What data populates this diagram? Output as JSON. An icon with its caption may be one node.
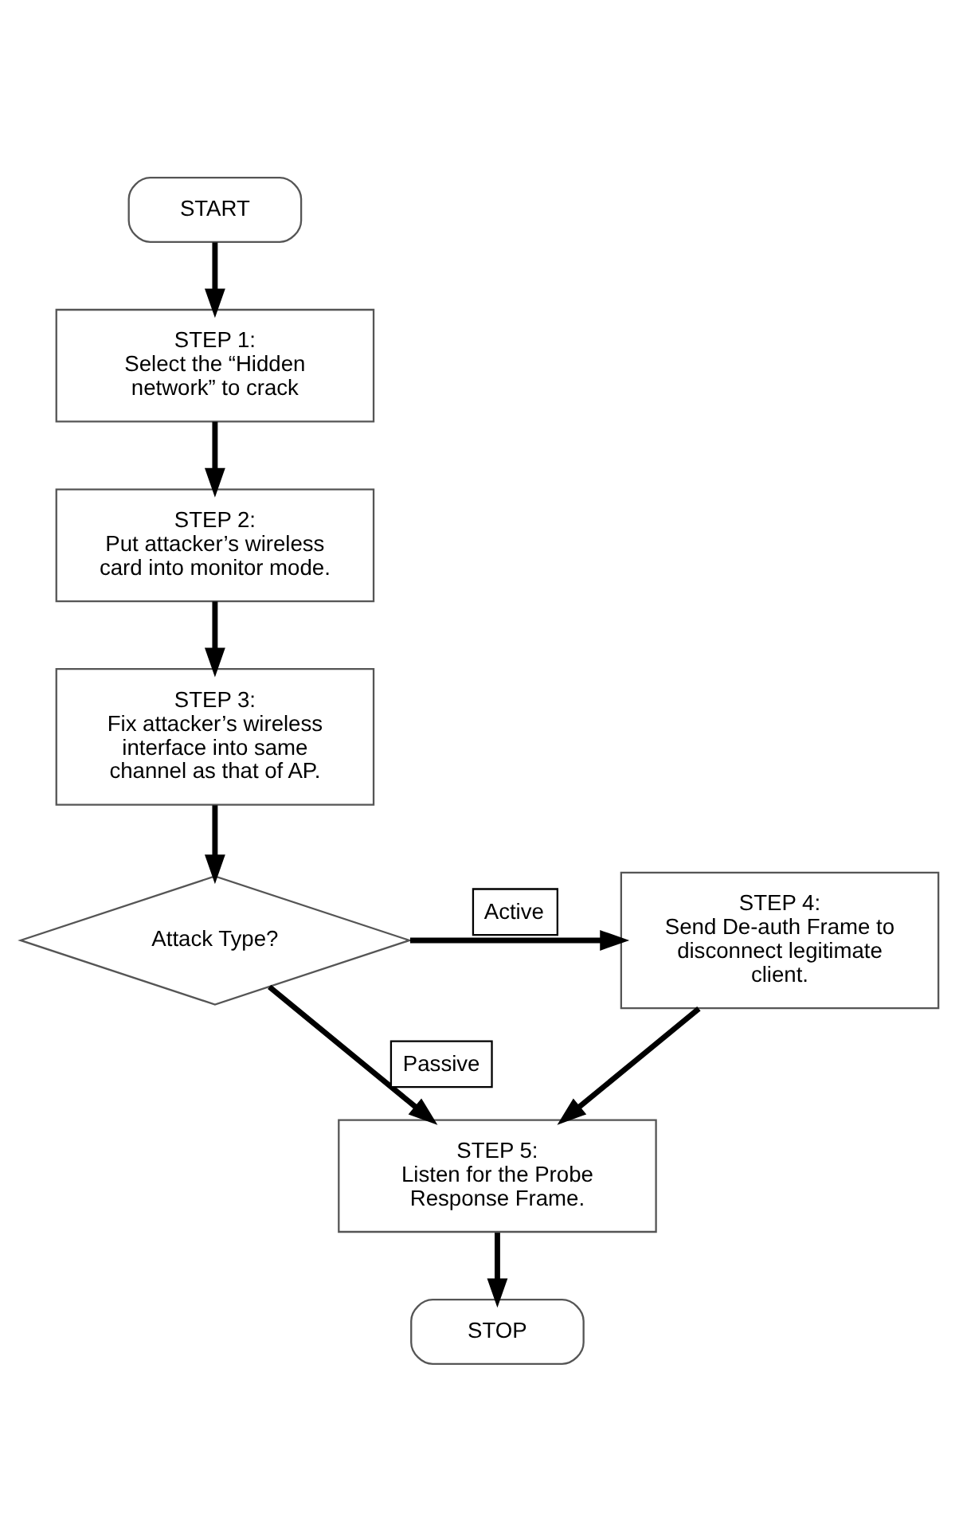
{
  "diagram": {
    "nodes": [
      {
        "text": [
          "START"
        ]
      },
      {
        "text": [
          "STEP 1:",
          "Select the “Hidden network” to crack"
        ]
      },
      {
        "text": [
          "STEP 2:",
          "Put attacker’s wireless card into monitor mode."
        ]
      },
      {
        "text": [
          "STEP 3:",
          "Fix attacker’s wireless interface into same channel as that of AP."
        ]
      },
      {
        "text": [
          "Attack Type?"
        ]
      },
      {
        "text": [
          "STEP 4:",
          "Send De-auth Frame to disconnect legitimate client."
        ]
      },
      {
        "text": [
          "STEP 5:",
          "Listen for the Probe Response Frame."
        ]
      },
      {
        "text": [
          "STOP"
        ]
      }
    ],
    "edges": [
      {
        "from": 0,
        "to": 1,
        "arrow": "to"
      },
      {
        "from": 1,
        "to": 2,
        "arrow": "to"
      },
      {
        "from": 2,
        "to": 3,
        "arrow": "to"
      },
      {
        "from": 3,
        "to": 4,
        "arrow": "to"
      },
      {
        "from": 4,
        "to": 5,
        "arrow": "to",
        "label": "Active"
      },
      {
        "from": 4,
        "to": 6,
        "arrow": "to",
        "label": "Passive"
      },
      {
        "from": 5,
        "to": 6,
        "arrow": "to"
      },
      {
        "from": 6,
        "to": 7,
        "arrow": "to"
      }
    ]
  }
}
